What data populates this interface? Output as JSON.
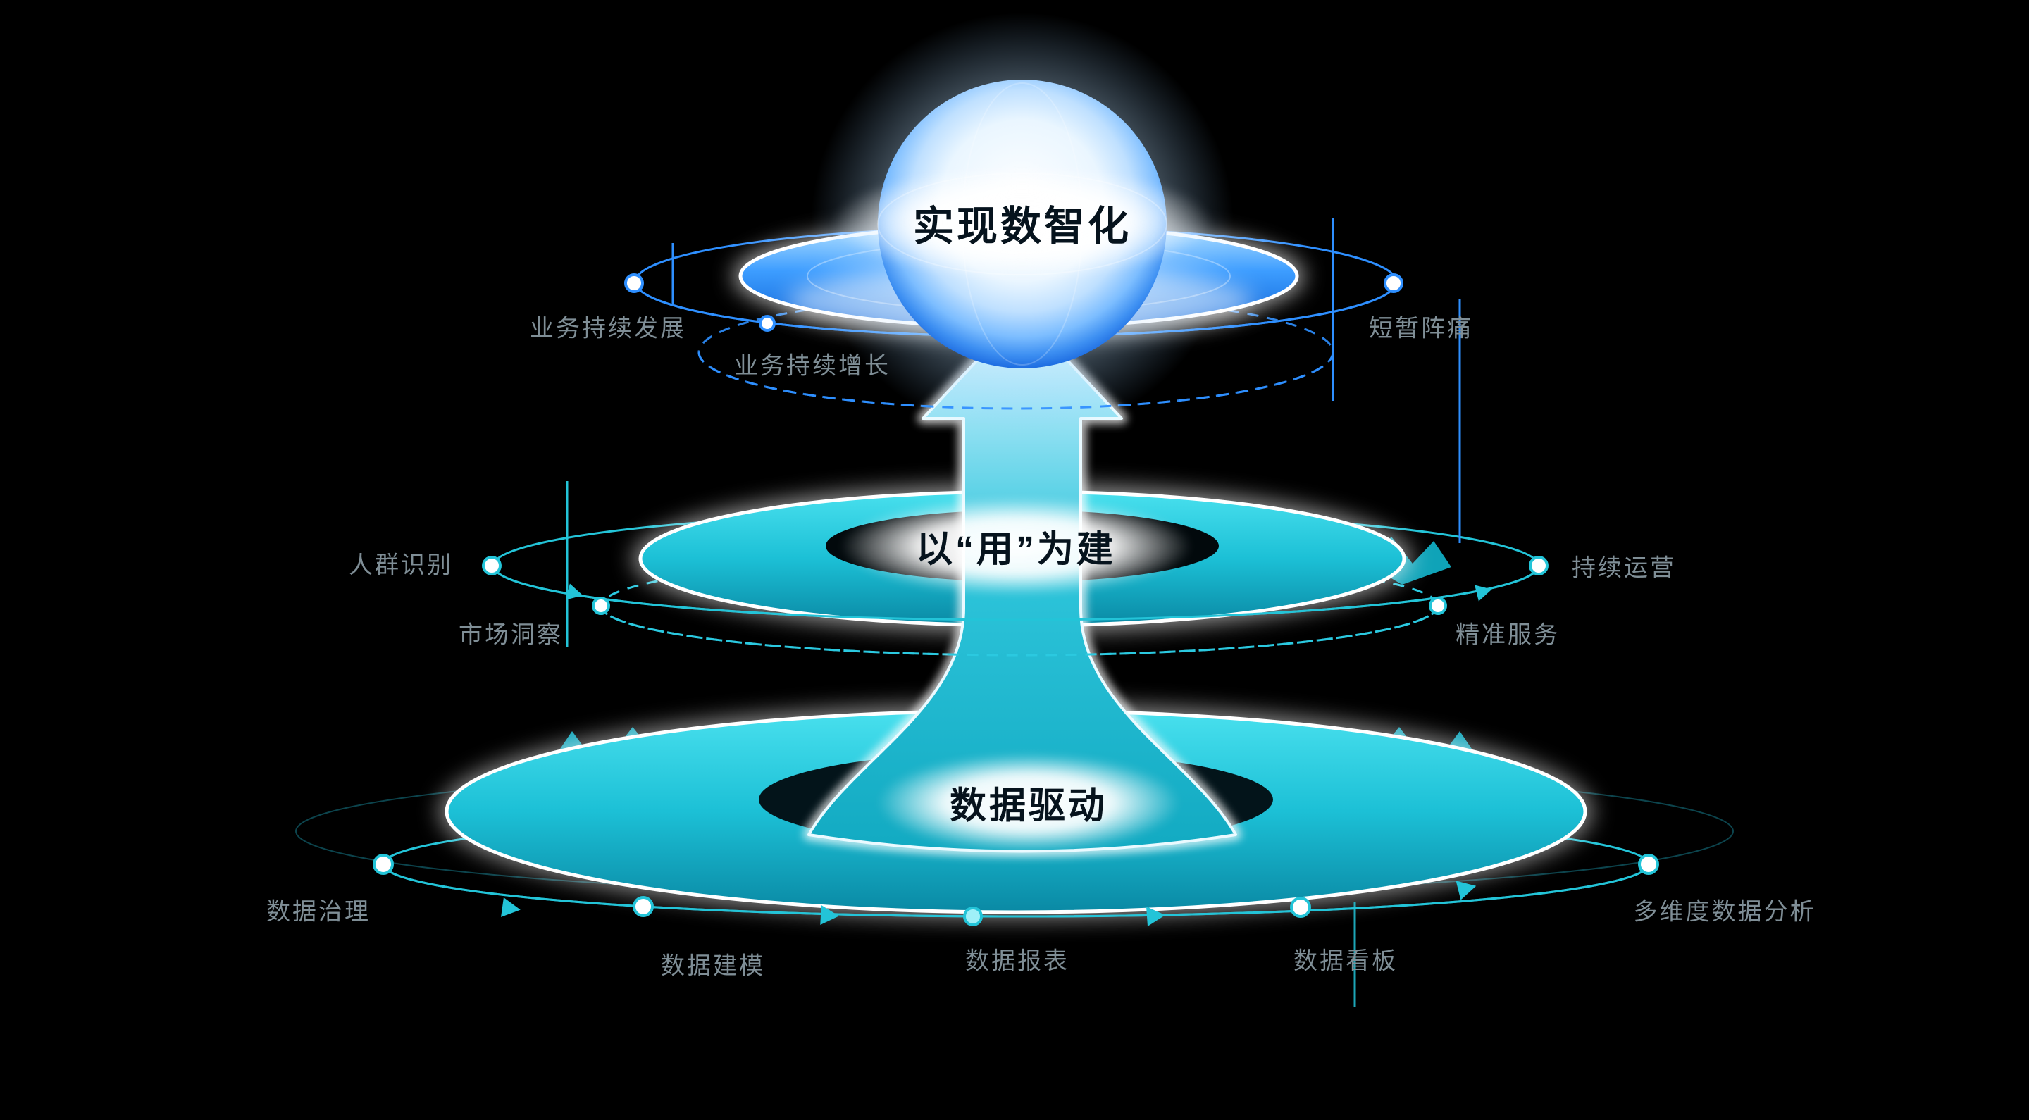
{
  "labels": {
    "top_tier": "实现数智化",
    "middle_tier": "以“用”为建",
    "bottom_tier": "数据驱动",
    "business_development": "业务持续发展",
    "business_growth": "业务持续增长",
    "short_term_pain": "短暂阵痛",
    "crowd_identification": "人群识别",
    "market_insight": "市场洞察",
    "continuous_operation": "持续运营",
    "precision_service": "精准服务",
    "data_governance": "数据治理",
    "data_modeling": "数据建模",
    "data_report": "数据报表",
    "data_dashboard": "数据看板",
    "multidimensional_analysis": "多维度数据分析"
  },
  "colors": {
    "background": "#000000",
    "blue_accent": "#2e8fff",
    "teal_accent": "#23c4d8",
    "label_gray": "#7f8e96"
  }
}
